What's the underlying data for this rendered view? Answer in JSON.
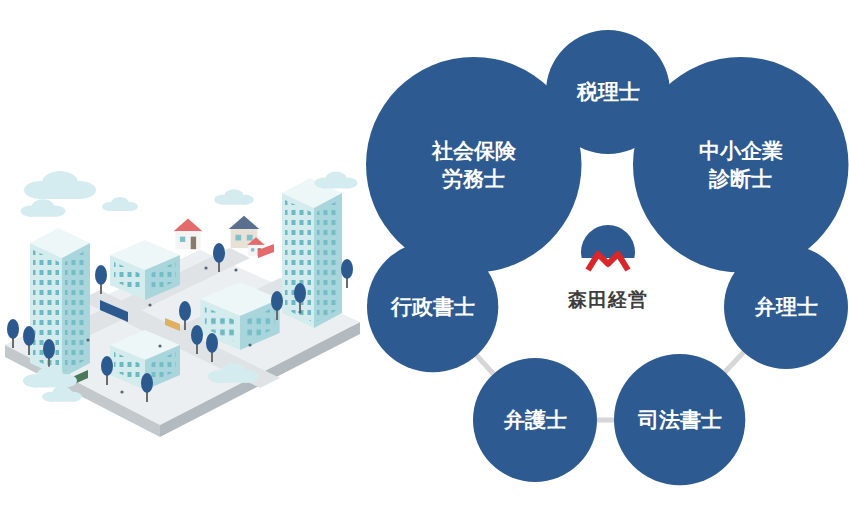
{
  "diagram": {
    "nodes": [
      {
        "text": [
          "税理士"
        ]
      },
      {
        "text": [
          "中小企業 診断士"
        ]
      },
      {
        "text": [
          "弁理士"
        ]
      },
      {
        "text": [
          "司法書士"
        ]
      },
      {
        "text": [
          "弁護士"
        ]
      },
      {
        "text": [
          "行政書士"
        ]
      },
      {
        "text": [
          "社会保険 労務士"
        ]
      }
    ],
    "edges": [
      {
        "from": 0,
        "to": 1,
        "arrow": "none"
      },
      {
        "from": 1,
        "to": 2,
        "arrow": "none"
      },
      {
        "from": 2,
        "to": 3,
        "arrow": "none"
      },
      {
        "from": 3,
        "to": 4,
        "arrow": "none"
      },
      {
        "from": 4,
        "to": 5,
        "arrow": "none"
      },
      {
        "from": 5,
        "to": 6,
        "arrow": "none"
      },
      {
        "from": 6,
        "to": 0,
        "arrow": "none"
      }
    ],
    "labels": [
      "森田経営"
    ]
  }
}
